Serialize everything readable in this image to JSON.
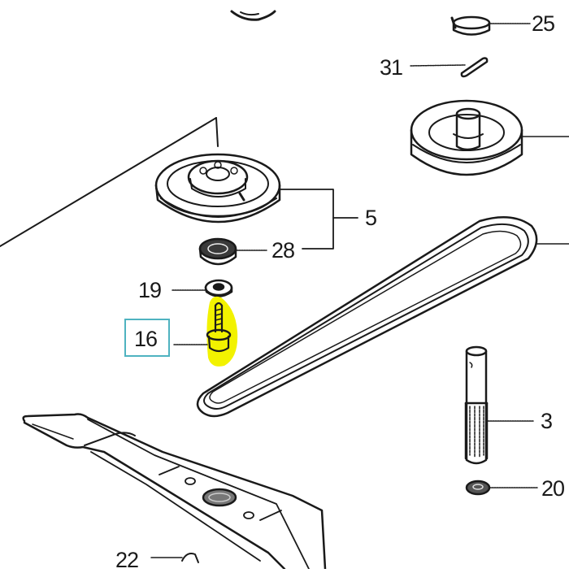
{
  "diagram": {
    "type": "exploded-parts-diagram",
    "highlight_color": "#f2f200",
    "selection_border_color": "#4fb3c0",
    "line_color": "#1a1a1a",
    "callouts": [
      {
        "id": "25",
        "label": "25",
        "part": "clip"
      },
      {
        "id": "31",
        "label": "31",
        "part": "pin"
      },
      {
        "id": "5",
        "label": "5",
        "part": "pulley-assembly"
      },
      {
        "id": "28",
        "label": "28",
        "part": "bearing"
      },
      {
        "id": "19",
        "label": "19",
        "part": "washer"
      },
      {
        "id": "16",
        "label": "16",
        "part": "bolt",
        "selected": true,
        "highlighted": true
      },
      {
        "id": "3",
        "label": "3",
        "part": "shaft"
      },
      {
        "id": "20",
        "label": "20",
        "part": "nut"
      },
      {
        "id": "22",
        "label": "22",
        "part": "blade",
        "partially_visible": true
      }
    ]
  }
}
